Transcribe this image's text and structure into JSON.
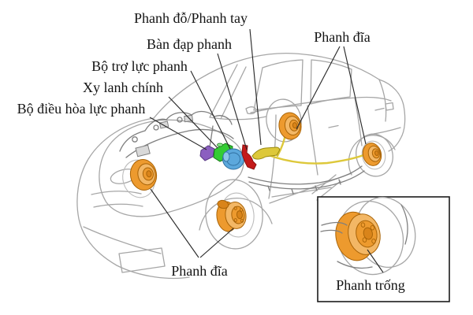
{
  "diagram": {
    "labels": {
      "parking_brake": "Phanh đỗ/Phanh tay",
      "brake_pedal": "Bàn đạp phanh",
      "brake_booster": "Bộ trợ lực phanh",
      "master_cylinder": "Xy lanh chính",
      "brake_force_regulator": "Bộ điều hòa lực phanh",
      "disc_brake_rear": "Phanh đĩa",
      "disc_brake_front": "Phanh đĩa",
      "drum_brake": "Phanh trống"
    },
    "colors": {
      "background": "#ffffff",
      "car_outline": "#a6a6a6",
      "detail_line": "#7f7f7f",
      "label_line": "#2b2b2b",
      "text": "#131313",
      "brake_orange": "#ed9a2e",
      "brake_orange_dark": "#a96408",
      "parking_brake_yellow": "#ddc83a",
      "brake_pedal_red": "#c41a1a",
      "booster_blue": "#5ca8dc",
      "master_cylinder_green": "#33cc33",
      "regulator_purple": "#8b5fc0"
    }
  }
}
